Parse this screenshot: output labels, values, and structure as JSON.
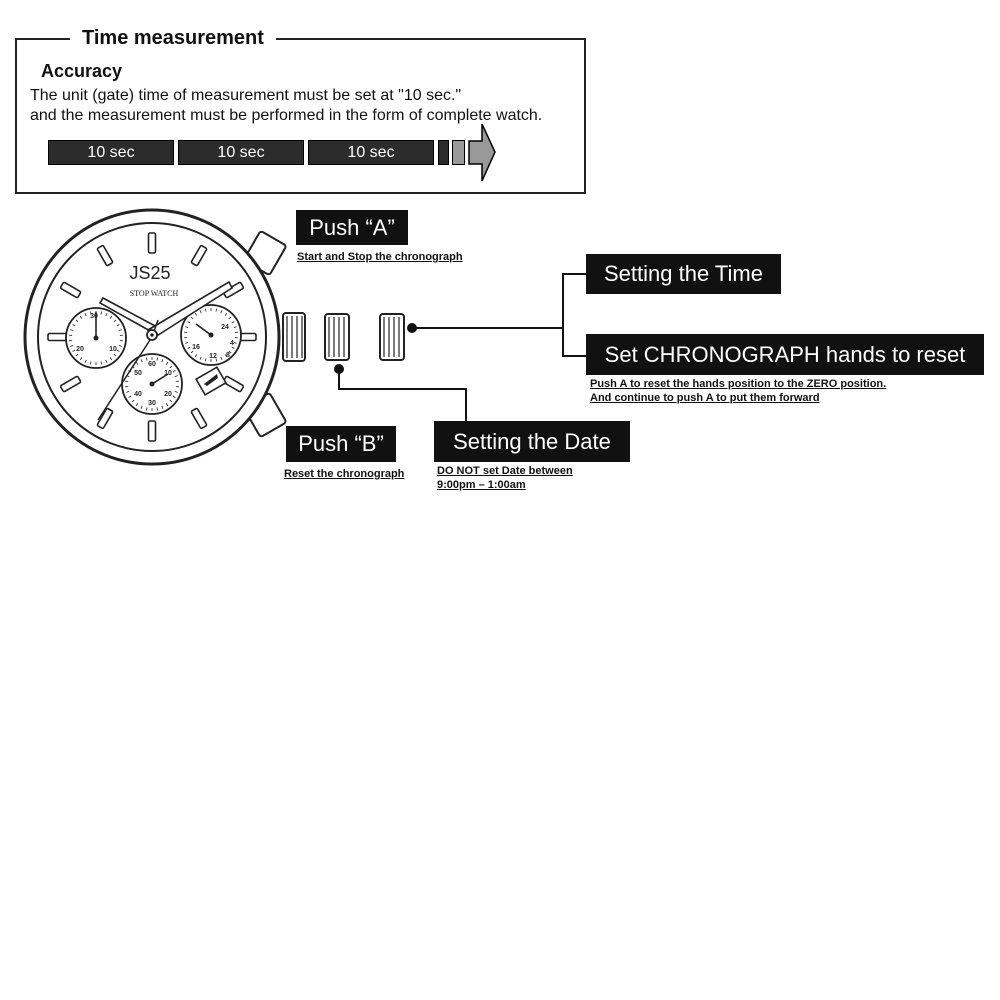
{
  "time_measurement": {
    "title": "Time measurement",
    "subtitle": "Accuracy",
    "line1": "The unit (gate) time of measurement must be set at \"10 sec.\"",
    "line2": "and the measurement must be performed in the form of complete watch.",
    "segments": [
      "10 sec",
      "10 sec",
      "10 sec"
    ]
  },
  "watch": {
    "brand": "JS25",
    "subtitle": "STOP WATCH",
    "subdial_left": [
      "30",
      "20",
      "10"
    ],
    "subdial_right": [
      "24",
      "12",
      "4",
      "8",
      "16"
    ],
    "subdial_bottom": [
      "60",
      "10",
      "20",
      "30",
      "40",
      "50"
    ]
  },
  "push_a": {
    "label": "Push “A”",
    "note": "Start and Stop the chronograph"
  },
  "push_b": {
    "label": "Push “B”",
    "note": "Reset the chronograph"
  },
  "setting_time": {
    "label": "Setting the Time"
  },
  "chrono_reset": {
    "label": "Set CHRONOGRAPH hands to reset",
    "note_line1": "Push A to reset the hands position to the ZERO position.",
    "note_line2": "And continue to push A to put them forward"
  },
  "setting_date": {
    "label": "Setting the Date",
    "note_line1": "DO NOT set Date between",
    "note_line2": "9:00pm – 1:00am"
  },
  "colors": {
    "label_bg": "#111111",
    "segment_bg": "#2c2c2c",
    "arrow_gray": "#999999"
  }
}
